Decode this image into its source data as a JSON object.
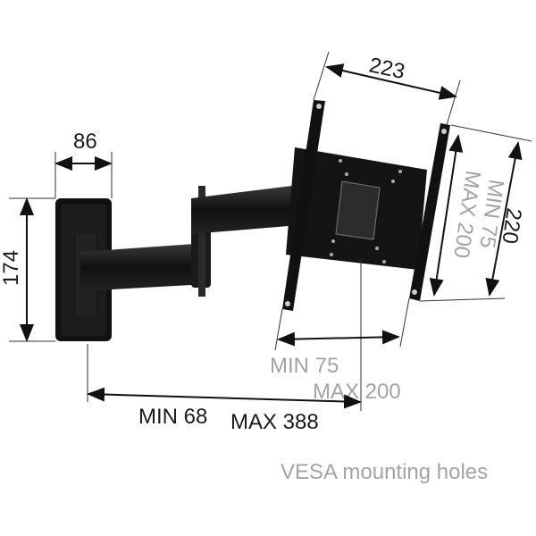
{
  "dimensions": {
    "wall_plate_width": "86",
    "wall_plate_height": "174",
    "bracket_width": "223",
    "bracket_height": "220",
    "vesa_vertical_min": "MIN 75",
    "vesa_vertical_max": "MAX 200",
    "vesa_horizontal_min": "MIN 75",
    "vesa_horizontal_max": "MAX 200",
    "extension_min": "MIN 68",
    "extension_max": "MAX 388"
  },
  "caption": "VESA mounting holes",
  "colors": {
    "product": "#111111",
    "gray_text": "#a3a3a3"
  }
}
